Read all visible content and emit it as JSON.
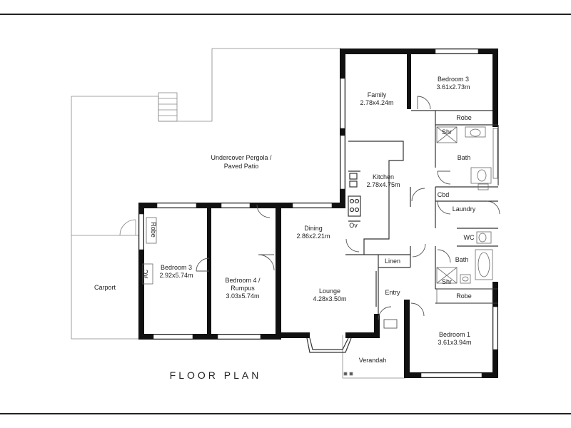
{
  "plan_title": "FLOOR PLAN",
  "rooms": {
    "bedroom_3_top": {
      "name": "Bedroom 3",
      "size": "3.61x2.73m"
    },
    "family": {
      "name": "Family",
      "size": "2.78x4.24m"
    },
    "robe_top": {
      "name": "Robe"
    },
    "shr_top": {
      "name": "Shr"
    },
    "bath_top": {
      "name": "Bath"
    },
    "pergola": {
      "line1": "Undercover Pergola /",
      "line2": "Paved Patio"
    },
    "kitchen": {
      "name": "Kitchen",
      "size": "2.78x4.75m"
    },
    "cbd": {
      "name": "Cbd"
    },
    "laundry": {
      "name": "Laundry"
    },
    "dining": {
      "name": "Dining",
      "size": "2.86x2.21m"
    },
    "ov": {
      "name": "Ov"
    },
    "robe_left": {
      "name": "Robe"
    },
    "wc": {
      "name": "WC"
    },
    "bedroom_3_left": {
      "name": "Bedroom 3",
      "size": "2.92x5.74m"
    },
    "ac": {
      "name": "AC"
    },
    "bedroom_4": {
      "line1": "Bedroom 4 /",
      "line2": "Rumpus",
      "size": "3.03x5.74m"
    },
    "linen": {
      "name": "Linen"
    },
    "bath_bottom": {
      "name": "Bath"
    },
    "carport": {
      "name": "Carport"
    },
    "lounge": {
      "name": "Lounge",
      "size": "4.28x3.50m"
    },
    "entry": {
      "name": "Entry"
    },
    "shr_bottom": {
      "name": "Shr"
    },
    "robe_bottom": {
      "name": "Robe"
    },
    "bedroom_1": {
      "name": "Bedroom 1",
      "size": "3.61x3.94m"
    },
    "verandah": {
      "name": "Verandah"
    }
  }
}
